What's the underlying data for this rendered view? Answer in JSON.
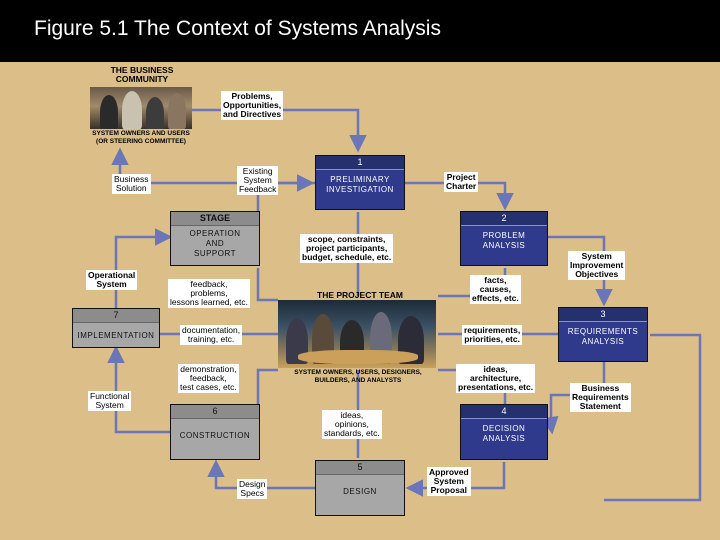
{
  "title": "Figure 5.1 The Context of Systems Analysis",
  "business_community": {
    "heading_line1": "THE BUSINESS",
    "heading_line2": "COMMUNITY",
    "caption_line1": "System Owners and Users",
    "caption_line2": "(or Steering Committee)"
  },
  "project_team": {
    "heading": "THE PROJECT TEAM",
    "caption_line1": "System Owners, Users, Designers,",
    "caption_line2": "Builders, and Analysts"
  },
  "stages": [
    {
      "num": "1",
      "name_line1": "Preliminary",
      "name_line2": "Investigation"
    },
    {
      "num": "2",
      "name_line1": "Problem",
      "name_line2": "Analysis"
    },
    {
      "num": "3",
      "name_line1": "Requirements",
      "name_line2": "Analysis"
    },
    {
      "num": "4",
      "name_line1": "Decision",
      "name_line2": "Analysis"
    },
    {
      "num": "5",
      "name_line1": "Design",
      "name_line2": ""
    },
    {
      "num": "6",
      "name_line1": "Construction",
      "name_line2": ""
    },
    {
      "num": "7",
      "name_line1": "Implementation",
      "name_line2": ""
    },
    {
      "num": "STAGE",
      "name_line1": "Operation",
      "name_line2": "and",
      "name_line3": "Support"
    }
  ],
  "labels": {
    "problems": [
      "Problems,",
      "Opportunities,",
      "and Directives"
    ],
    "existing_feedback": [
      "Existing",
      "System",
      "Feedback"
    ],
    "project_charter": [
      "Project",
      "Charter"
    ],
    "business_solution": [
      "Business",
      "Solution"
    ],
    "scope": [
      "scope, constraints,",
      "project participants,",
      "budget, schedule, etc."
    ],
    "system_improvement": [
      "System",
      "Improvement",
      "Objectives"
    ],
    "facts": [
      "facts,",
      "causes,",
      "effects, etc."
    ],
    "operational_system": [
      "Operational",
      "System"
    ],
    "feedback": [
      "feedback,",
      "problems,",
      "lessons learned, etc."
    ],
    "documentation": [
      "documentation,",
      "training, etc."
    ],
    "requirements": [
      "requirements,",
      "priorities, etc."
    ],
    "demonstration": [
      "demonstration,",
      "feedback,",
      "test cases, etc."
    ],
    "ideas_arch": [
      "ideas,",
      "architecture,",
      "presentations, etc."
    ],
    "functional_system": [
      "Functional",
      "System"
    ],
    "business_req": [
      "Business",
      "Requirements",
      "Statement"
    ],
    "ideas_opinions": [
      "ideas,",
      "opinions,",
      "standards, etc."
    ],
    "approved": [
      "Approved",
      "System",
      "Proposal"
    ],
    "design_specs": [
      "Design",
      "Specs"
    ]
  },
  "colors": {
    "background": "#dcbf88",
    "stage_active": "#2f3a8c",
    "stage_inactive": "#a7a7a7",
    "arrow": "#6a76b8",
    "title_bar": "#000000"
  }
}
